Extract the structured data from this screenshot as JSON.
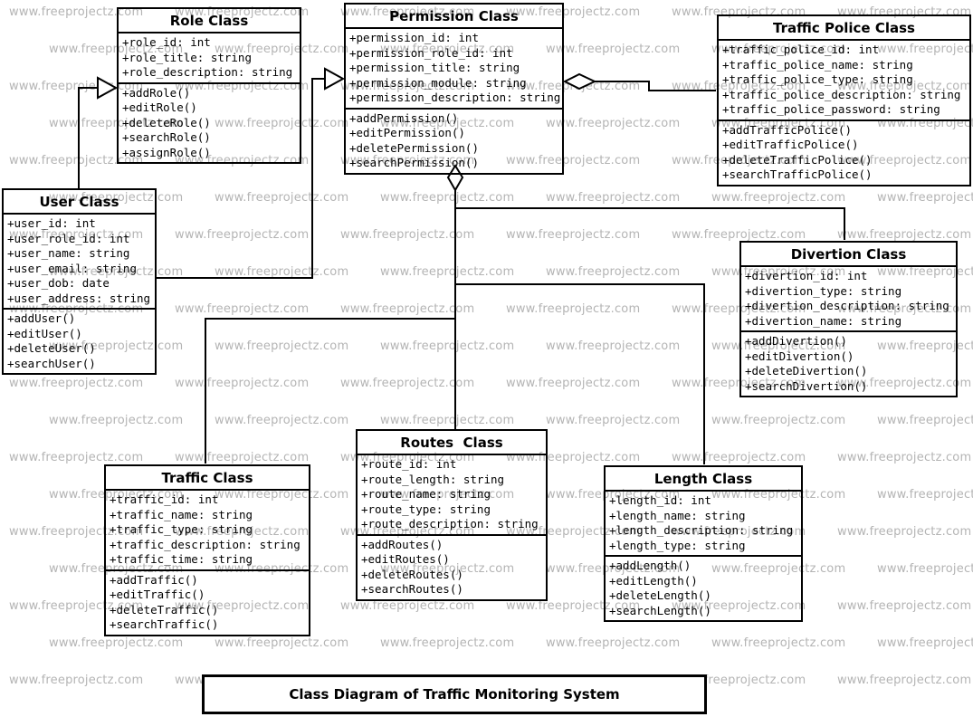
{
  "watermark": {
    "text": "www.freeprojectz.com",
    "color": "#b4b4b4"
  },
  "caption": "Class Diagram of Traffic Monitoring System",
  "classes": {
    "role": {
      "title": "Role Class",
      "attributes": [
        "+role_id: int",
        "+role_title: string",
        "+role_description: string"
      ],
      "methods": [
        "+addRole()",
        "+editRole()",
        "+deleteRole()",
        "+searchRole()",
        "+assignRole()"
      ]
    },
    "permission": {
      "title": "Permission Class",
      "attributes": [
        "+permission_id: int",
        "+permission_role_id: int",
        "+permission_title: string",
        "+permission_module: string",
        "+permission_description: string"
      ],
      "methods": [
        "+addPermission()",
        "+editPermission()",
        "+deletePermission()",
        "+searchPermission()"
      ]
    },
    "trafficPolice": {
      "title": "Traffic Police Class",
      "attributes": [
        "+traffic_police_id: int",
        "+traffic_police_name: string",
        "+traffic_police_type: string",
        "+traffic_police_description: string",
        "+traffic_police_password: string"
      ],
      "methods": [
        "+addTrafficPolice()",
        "+editTrafficPolice()",
        "+deleteTrafficPolice()",
        "+searchTrafficPolice()"
      ]
    },
    "user": {
      "title": "User Class",
      "attributes": [
        "+user_id: int",
        "+user_role_id: int",
        "+user_name: string",
        "+user_email: string",
        "+user_dob: date",
        "+user_address: string"
      ],
      "methods": [
        "+addUser()",
        "+editUser()",
        "+deleteUser()",
        "+searchUser()"
      ]
    },
    "divertion": {
      "title": "Divertion Class",
      "attributes": [
        "+divertion_id: int",
        "+divertion_type: string",
        "+divertion_description: string",
        "+divertion_name: string"
      ],
      "methods": [
        "+addDivertion()",
        "+editDivertion()",
        "+deleteDivertion()",
        "+searchDivertion()"
      ]
    },
    "routes": {
      "title": "Routes  Class",
      "attributes": [
        "+route_id: int",
        "+route_length: string",
        "+route_name: string",
        "+route_type: string",
        "+route_description: string"
      ],
      "methods": [
        "+addRoutes()",
        "+editRoutes()",
        "+deleteRoutes()",
        "+searchRoutes()"
      ]
    },
    "traffic": {
      "title": "Traffic Class",
      "attributes": [
        "+traffic_id: int",
        "+traffic_name: string",
        "+traffic_type: string",
        "+traffic_description: string",
        "+traffic_time: string"
      ],
      "methods": [
        "+addTraffic()",
        "+editTraffic()",
        "+deleteTraffic()",
        "+searchTraffic()"
      ]
    },
    "length": {
      "title": "Length Class",
      "attributes": [
        "+length_id: int",
        "+length_name: string",
        "+length_description: string",
        "+length_type: string"
      ],
      "methods": [
        "+addLength()",
        "+editLength()",
        "+deleteLength()",
        "+searchLength()"
      ]
    }
  },
  "relationships": [
    {
      "from": "User Class",
      "to": "Role Class",
      "connector": "hollow-triangle-arrow"
    },
    {
      "from": "User Class",
      "to": "Permission Class",
      "connector": "hollow-triangle-arrow"
    },
    {
      "from": "Permission Class",
      "to": "Traffic Police Class",
      "connector": "hollow-diamond-aggregation"
    },
    {
      "from": "Permission Class",
      "to": "Divertion Class",
      "connector": "hollow-diamond-aggregation"
    },
    {
      "from": "Permission Class",
      "to": "Routes Class",
      "connector": "hollow-diamond-aggregation"
    },
    {
      "from": "Permission Class",
      "to": "Length Class",
      "connector": "hollow-diamond-aggregation"
    },
    {
      "from": "Permission Class",
      "to": "Traffic Class",
      "connector": "hollow-diamond-aggregation"
    }
  ]
}
